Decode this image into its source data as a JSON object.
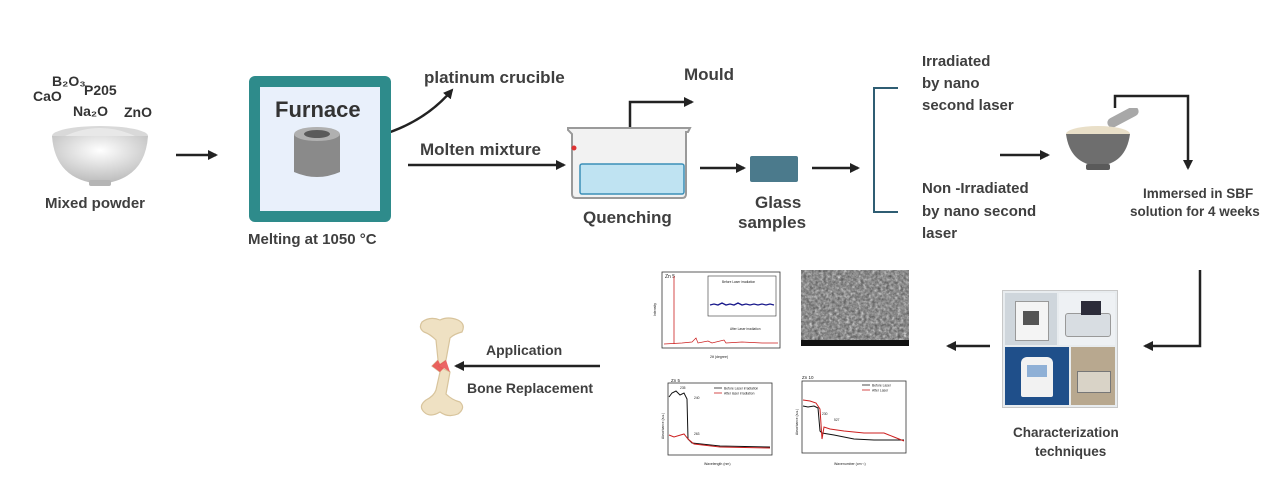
{
  "chemicals": {
    "b2o3": "B₂O₃",
    "p205": "P205",
    "cao": "CaO",
    "na2o": "Na₂O",
    "zno": "ZnO"
  },
  "labels": {
    "mixed_powder": "Mixed powder",
    "furnace": "Furnace",
    "melting": "Melting at 1050 °C",
    "platinum_crucible": "platinum crucible",
    "molten_mixture": "Molten mixture",
    "mould": "Mould",
    "quenching": "Quenching",
    "glass_samples_1": "Glass",
    "glass_samples_2": "samples",
    "irradiated": [
      "Irradiated",
      "by nano",
      "second laser"
    ],
    "non_irradiated": [
      "Non -Irradiated",
      "by nano second",
      "laser"
    ],
    "immersed": [
      "Immersed in SBF",
      "solution for 4 weeks"
    ],
    "characterization": [
      "Characterization",
      "techniques"
    ],
    "application": "Application",
    "bone_replacement": "Bone Replacement"
  },
  "plots": {
    "xrd": {
      "title": "Zn 5",
      "inset_label": "Before Laser irradiation",
      "after_label": "After Laser irradiation",
      "ylabel": "Intensity",
      "xlabel": "2θ (degree)"
    },
    "uv": {
      "title": "Zn 5",
      "legend": [
        "Before Laser irradiation",
        "After laser irradiation"
      ],
      "peaks": [
        "235",
        "240",
        "263"
      ],
      "ylabel": "Absorbance (a.u.)",
      "xlabel": "Wavelength (nm)"
    },
    "ftir": {
      "title": "Zn 10",
      "legend": [
        "Before Laser",
        "After Laser"
      ],
      "peaks": [
        "230",
        "527"
      ],
      "ylabel": "Absorbance (a.u.)",
      "xlabel": "Wavenumber (cm⁻¹)"
    }
  },
  "colors": {
    "furnace_frame": "#2e8b8b",
    "arrow": "#222222",
    "bracket": "#2f5d73",
    "plot_blue": "#1a1a8c",
    "plot_red": "#cc1f1f"
  }
}
